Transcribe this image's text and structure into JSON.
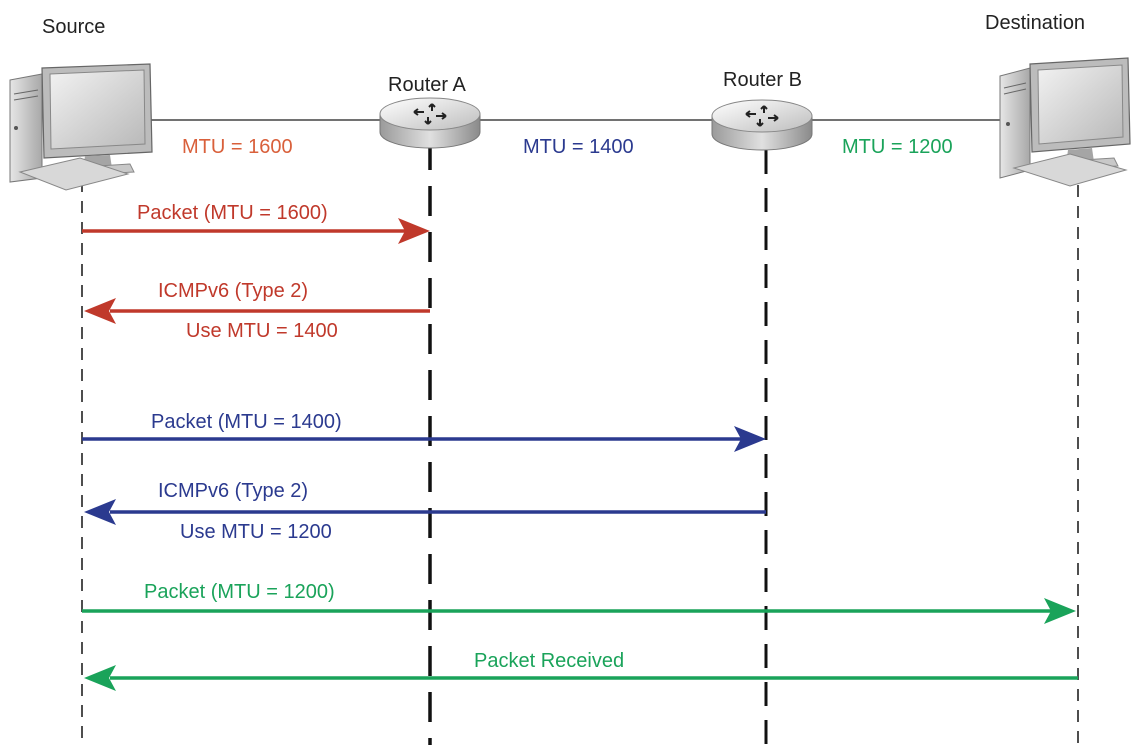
{
  "nodes": {
    "source": "Source",
    "destination": "Destination",
    "router_a": "Router A",
    "router_b": "Router B"
  },
  "links": [
    {
      "mtu_label": "MTU = 1600",
      "color": "#d9603b"
    },
    {
      "mtu_label": "MTU = 1400",
      "color": "#2b3a8f"
    },
    {
      "mtu_label": "MTU = 1200",
      "color": "#1aa35a"
    }
  ],
  "messages": [
    {
      "text": "Packet (MTU = 1600)",
      "color": "#c0392b"
    },
    {
      "text": "ICMPv6 (Type 2)",
      "subtext": "Use MTU = 1400",
      "color": "#c0392b"
    },
    {
      "text": "Packet (MTU = 1400)",
      "color": "#2b3a8f"
    },
    {
      "text": "ICMPv6 (Type 2)",
      "subtext": "Use MTU = 1200",
      "color": "#2b3a8f"
    },
    {
      "text": "Packet (MTU = 1200)",
      "color": "#1aa35a"
    },
    {
      "text": "Packet Received",
      "color": "#1aa35a"
    }
  ]
}
